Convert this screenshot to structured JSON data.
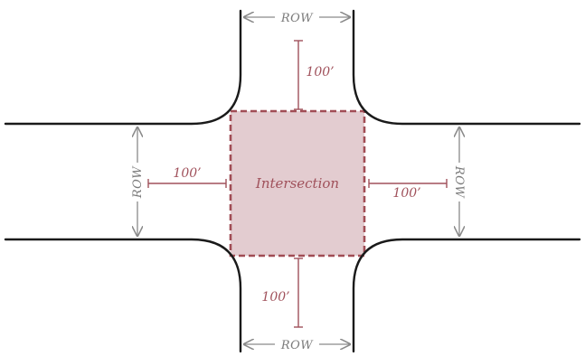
{
  "diagram": {
    "intersection_label": "Intersection",
    "row_label": "ROW",
    "distance_label": "100’",
    "colors": {
      "road_edge": "#1a1a1a",
      "row_arrow": "#8a8a8a",
      "dimension": "#a0515b",
      "intersection_fill": "#e3ccd0",
      "intersection_border": "#a14d55"
    }
  }
}
